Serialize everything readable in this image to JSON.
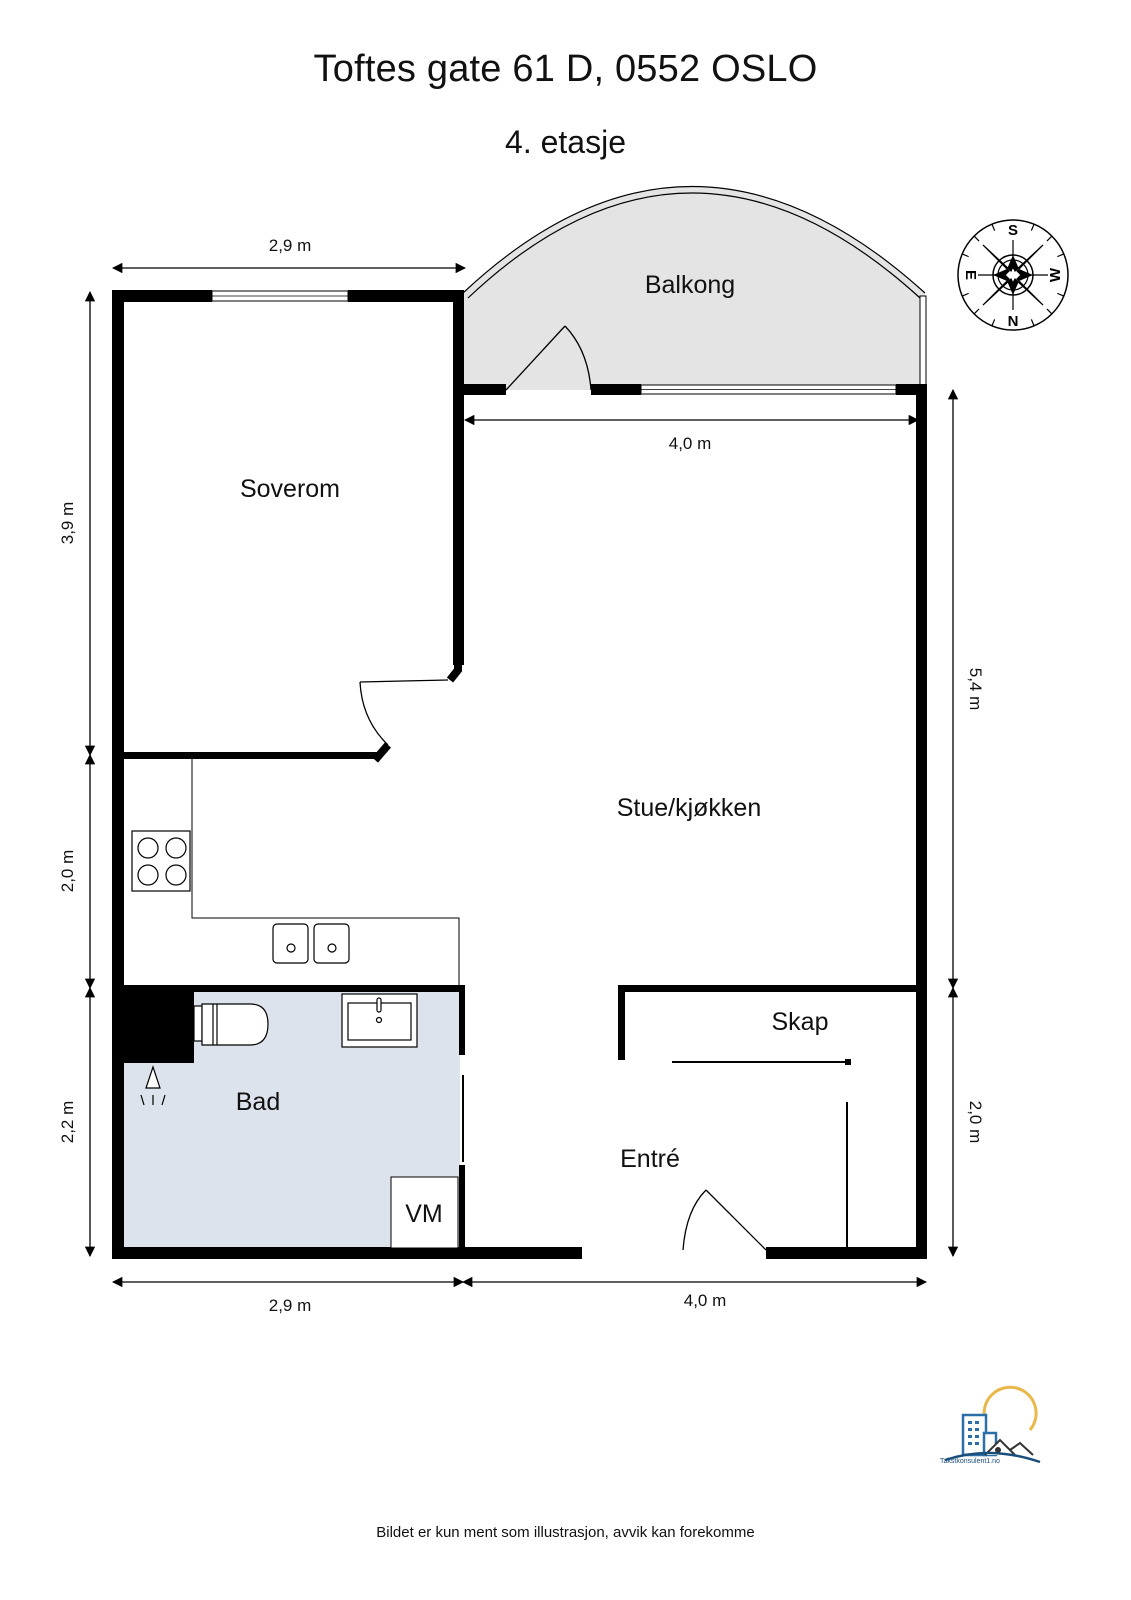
{
  "header": {
    "address": "Toftes gate 61 D, 0552 OSLO",
    "floor": "4. etasje"
  },
  "rooms": {
    "balcony": "Balkong",
    "bedroom": "Soverom",
    "living_kitchen": "Stue/kjøkken",
    "bathroom": "Bad",
    "closet": "Skap",
    "entrance": "Entré",
    "washing_machine": "VM"
  },
  "dimensions": {
    "top_left_width": "2,9 m",
    "balcony_inner_width": "4,0 m",
    "left_upper": "3,9 m",
    "left_middle": "2,0 m",
    "left_lower": "2,2 m",
    "right_upper": "5,4 m",
    "right_lower": "2,0 m",
    "bottom_left": "2,9 m",
    "bottom_right": "4,0 m"
  },
  "compass": {
    "north": "N",
    "south": "S",
    "east": "E",
    "west": "W"
  },
  "logo": {
    "text": "Takstkonsulent1.no",
    "colors": {
      "building": "#2b6fa6",
      "sun": "#e8b84a",
      "roof": "#333333",
      "wave": "#1a4e7a"
    }
  },
  "colors": {
    "wall": "#000000",
    "balcony_fill": "#e4e4e4",
    "bathroom_fill": "#dde3ec"
  },
  "footer": {
    "disclaimer": "Bildet er kun ment som illustrasjon, avvik kan forekomme"
  }
}
